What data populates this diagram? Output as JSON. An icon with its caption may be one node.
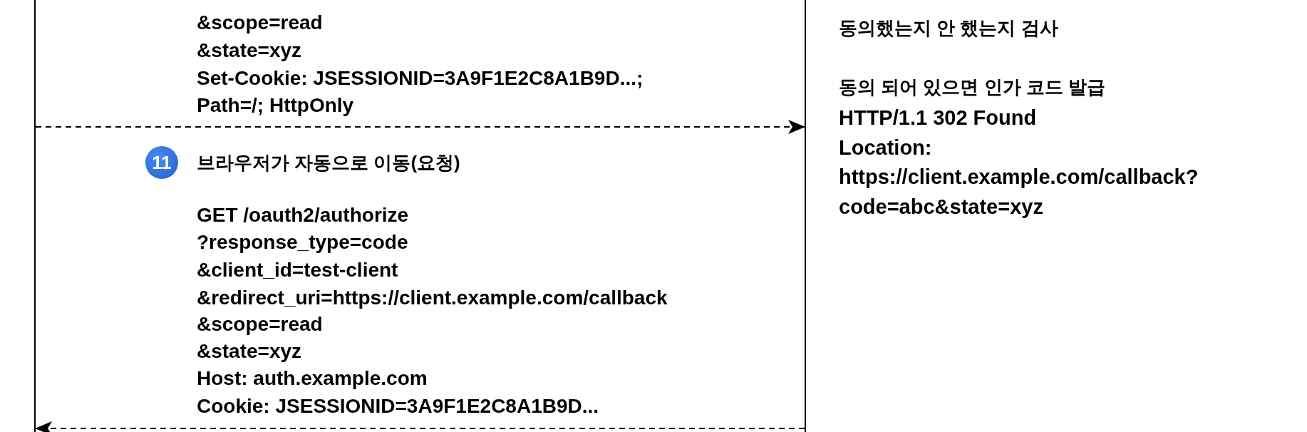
{
  "diagram": {
    "nodes": [
      {
        "text": [],
        "shape": "bar"
      },
      {
        "text": [],
        "shape": "bar"
      }
    ],
    "edges": [
      {
        "from": 0,
        "to": 1,
        "arrow": "to",
        "style": "dashed"
      },
      {
        "from": 1,
        "to": 0,
        "arrow": "to",
        "style": "dashed"
      }
    ],
    "labels": [
      "&scope=read",
      "&state=xyz",
      "Set-Cookie: JSESSIONID=3A9F1E2C8A1B9D...;",
      "Path=/; HttpOnly",
      "11",
      "브라우저가 자동으로 이동(요청)",
      "GET /oauth2/authorize",
      "?response_type=code",
      "&client_id=test-client",
      "&redirect_uri=https://client.example.com/callback",
      "&scope=read",
      "&state=xyz",
      "Host: auth.example.com",
      "Cookie: JSESSIONID=3A9F1E2C8A1B9D...",
      "동의했는지 안 했는지 검사",
      "동의 되어 있으면 인가 코드 발급",
      "HTTP/1.1 302 Found",
      "Location:",
      "https://client.example.com/callback?",
      "code=abc&state=xyz"
    ]
  }
}
